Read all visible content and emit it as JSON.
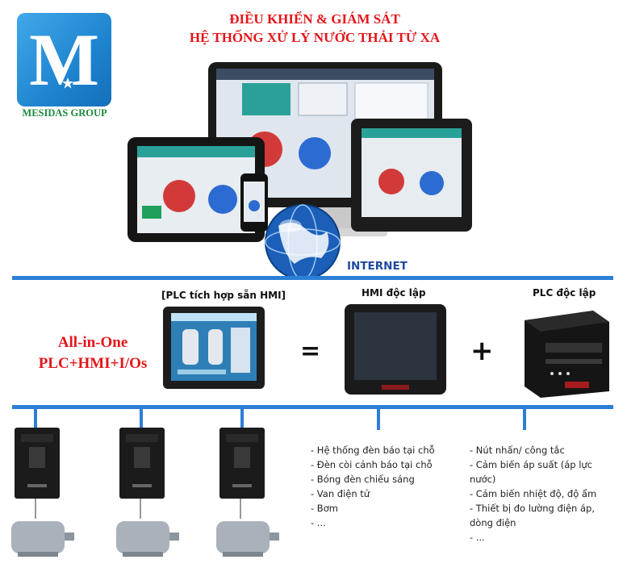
{
  "title": {
    "line1": "ĐIỀU KHIỂN & GIÁM SÁT",
    "line2": "HỆ THỐNG XỬ LÝ NƯỚC THẢI TỪ XA"
  },
  "logo": {
    "letter": "M",
    "company": "MESIDAS GROUP"
  },
  "network": {
    "internet_label": "INTERNET"
  },
  "labels": {
    "plc_hmi": "[PLC tích hợp sẵn HMI]",
    "hmi": "HMI độc lập",
    "plc": "PLC độc lập"
  },
  "all_in_one": {
    "line1": "All-in-One",
    "line2": "PLC+HMI+I/Os"
  },
  "symbols": {
    "equals": "=",
    "plus": "+"
  },
  "outputs_list": [
    "- Hệ thống đèn báo tại chỗ",
    "- Đèn còi cảnh báo tại chỗ",
    "- Bóng đèn chiếu sáng",
    "- Van điện tử",
    "- Bơm",
    "- ..."
  ],
  "inputs_list": [
    "- Nút nhấn/ công tắc",
    "- Cảm biến áp suất (áp lực",
    "nước)",
    "- Cảm biến nhiệt độ, độ ẩm",
    "- Thiết bị đo lường điện áp,",
    "dòng điện",
    "- ..."
  ],
  "colors": {
    "title_red": "#e3161b",
    "bus_blue": "#2b7fd6",
    "logo_green": "#1b8a3c",
    "logo_blue": "#1e84d0"
  }
}
